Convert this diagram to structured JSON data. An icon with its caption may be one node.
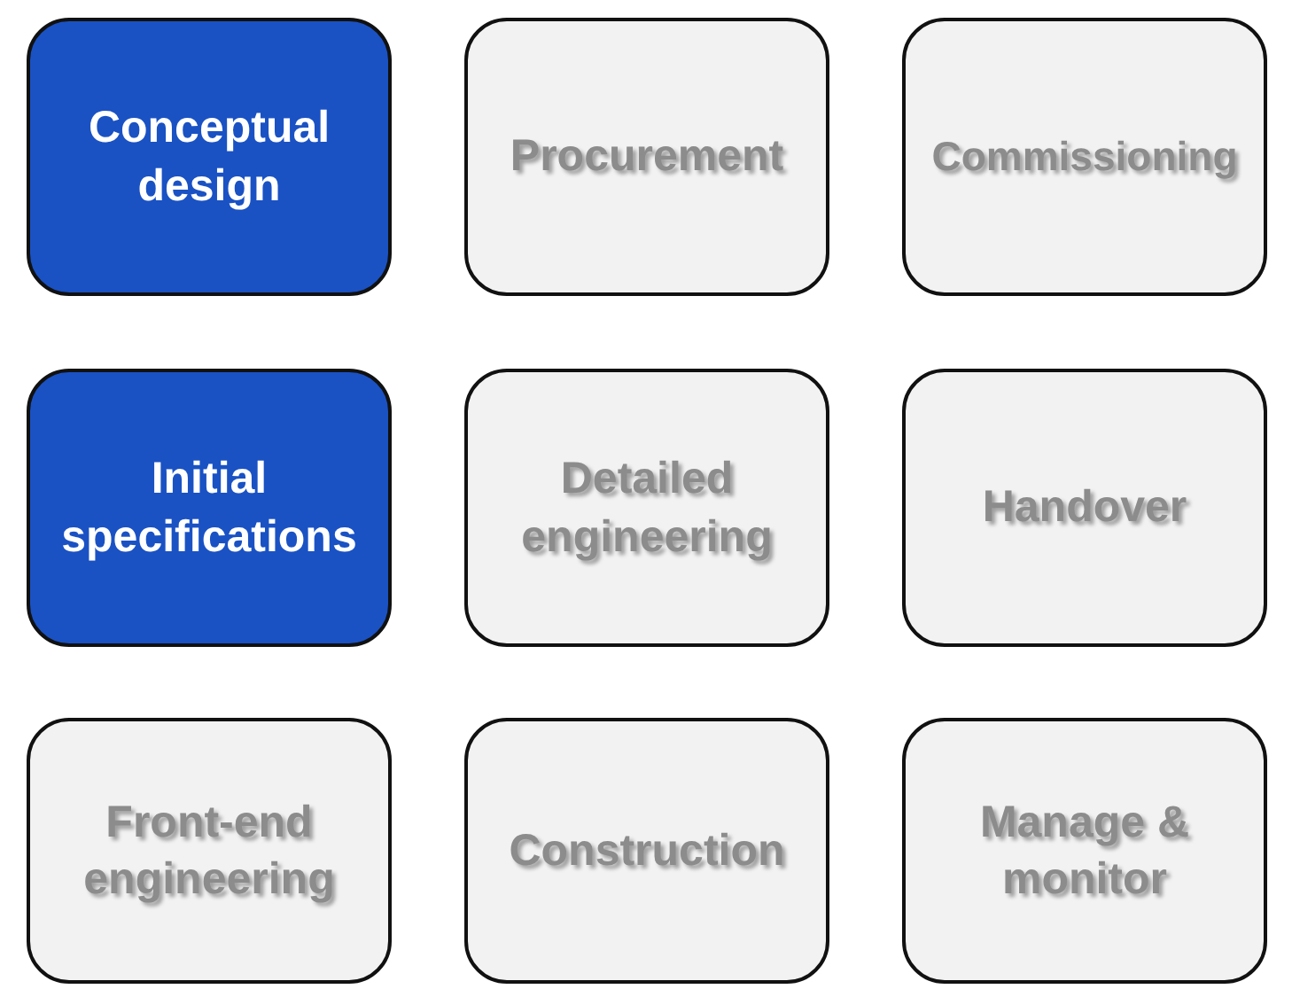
{
  "diagram": {
    "nodes": [
      {
        "text": [
          "Conceptual design"
        ]
      },
      {
        "text": [
          "Procurement"
        ]
      },
      {
        "text": [
          "Commissioning"
        ]
      },
      {
        "text": [
          "Initial specifications"
        ]
      },
      {
        "text": [
          "Detailed engineering"
        ]
      },
      {
        "text": [
          "Handover"
        ]
      },
      {
        "text": [
          "Front-end engineering"
        ]
      },
      {
        "text": [
          "Construction"
        ]
      },
      {
        "text": [
          "Manage & monitor"
        ]
      }
    ]
  }
}
